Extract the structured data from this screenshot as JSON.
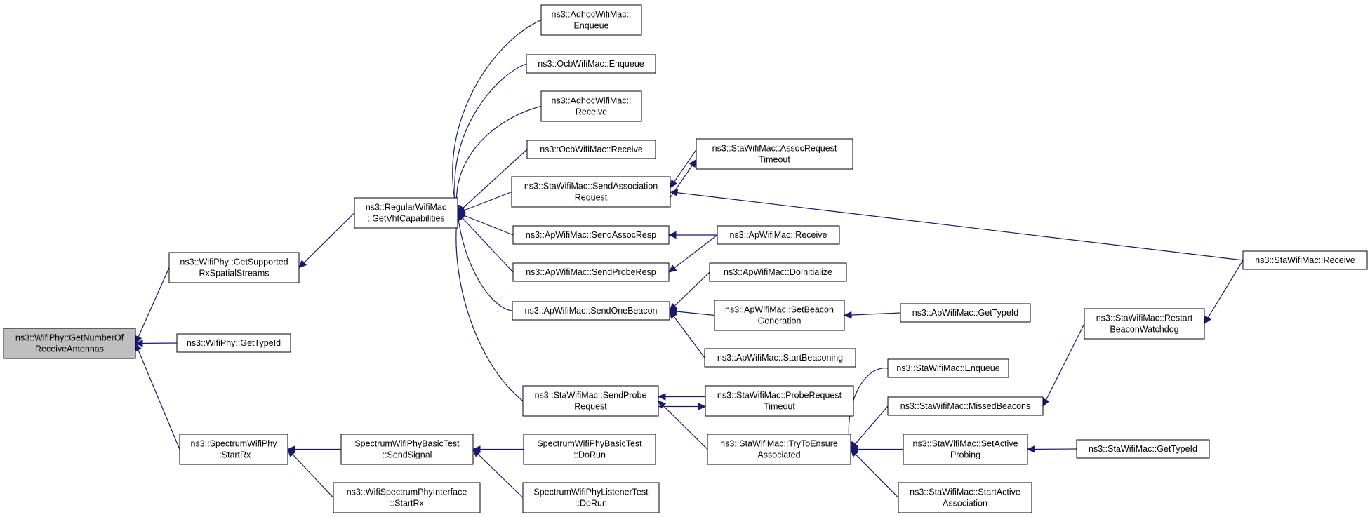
{
  "diagram": {
    "type": "call-graph",
    "colors": {
      "edge": "#191970",
      "node_fill": "#ffffff",
      "root_fill": "#bfbfbf",
      "border": "#000000"
    },
    "nodes": [
      {
        "id": "root",
        "lines": [
          "ns3::WifiPhy::GetNumberOf",
          "ReceiveAntennas"
        ],
        "highlight": true
      },
      {
        "id": "getSupported",
        "lines": [
          "ns3::WifiPhy::GetSupported",
          "RxSpatialStreams"
        ]
      },
      {
        "id": "wifiPhyGetTypeId",
        "lines": [
          "ns3::WifiPhy::GetTypeId"
        ]
      },
      {
        "id": "spectrumStartRx",
        "lines": [
          "ns3::SpectrumWifiPhy",
          "::StartRx"
        ]
      },
      {
        "id": "getVht",
        "lines": [
          "ns3::RegularWifiMac",
          "::GetVhtCapabilities"
        ]
      },
      {
        "id": "adhocEnqueue",
        "lines": [
          "ns3::AdhocWifiMac::",
          "Enqueue"
        ]
      },
      {
        "id": "ocbEnqueue",
        "lines": [
          "ns3::OcbWifiMac::Enqueue"
        ]
      },
      {
        "id": "adhocReceive",
        "lines": [
          "ns3::AdhocWifiMac::",
          "Receive"
        ]
      },
      {
        "id": "ocbReceive",
        "lines": [
          "ns3::OcbWifiMac::Receive"
        ]
      },
      {
        "id": "staSendAssoc",
        "lines": [
          "ns3::StaWifiMac::SendAssociation",
          "Request"
        ]
      },
      {
        "id": "apSendAssocResp",
        "lines": [
          "ns3::ApWifiMac::SendAssocResp"
        ]
      },
      {
        "id": "apSendProbeResp",
        "lines": [
          "ns3::ApWifiMac::SendProbeResp"
        ]
      },
      {
        "id": "apSendOneBeacon",
        "lines": [
          "ns3::ApWifiMac::SendOneBeacon"
        ]
      },
      {
        "id": "staSendProbe",
        "lines": [
          "ns3::StaWifiMac::SendProbe",
          "Request"
        ]
      },
      {
        "id": "staAssocTimeout",
        "lines": [
          "ns3::StaWifiMac::AssocRequest",
          "Timeout"
        ]
      },
      {
        "id": "apReceive",
        "lines": [
          "ns3::ApWifiMac::Receive"
        ]
      },
      {
        "id": "apDoInit",
        "lines": [
          "ns3::ApWifiMac::DoInitialize"
        ]
      },
      {
        "id": "apSetBeaconGen",
        "lines": [
          "ns3::ApWifiMac::SetBeacon",
          "Generation"
        ]
      },
      {
        "id": "apStartBeaconing",
        "lines": [
          "ns3::ApWifiMac::StartBeaconing"
        ]
      },
      {
        "id": "apGetTypeId",
        "lines": [
          "ns3::ApWifiMac::GetTypeId"
        ]
      },
      {
        "id": "staReceive",
        "lines": [
          "ns3::StaWifiMac::Receive"
        ]
      },
      {
        "id": "staProbeTimeout",
        "lines": [
          "ns3::StaWifiMac::ProbeRequest",
          "Timeout"
        ]
      },
      {
        "id": "staTryEnsure",
        "lines": [
          "ns3::StaWifiMac::TryToEnsure",
          "Associated"
        ]
      },
      {
        "id": "staEnqueue",
        "lines": [
          "ns3::StaWifiMac::Enqueue"
        ]
      },
      {
        "id": "staMissed",
        "lines": [
          "ns3::StaWifiMac::MissedBeacons"
        ]
      },
      {
        "id": "staSetActive",
        "lines": [
          "ns3::StaWifiMac::SetActive",
          "Probing"
        ]
      },
      {
        "id": "staStartActive",
        "lines": [
          "ns3::StaWifiMac::StartActive",
          "Association"
        ]
      },
      {
        "id": "staRestart",
        "lines": [
          "ns3::StaWifiMac::Restart",
          "BeaconWatchdog"
        ]
      },
      {
        "id": "staGetTypeId",
        "lines": [
          "ns3::StaWifiMac::GetTypeId"
        ]
      },
      {
        "id": "basicSendSignal",
        "lines": [
          "SpectrumWifiPhyBasicTest",
          "::SendSignal"
        ]
      },
      {
        "id": "ifaceStartRx",
        "lines": [
          "ns3::WifiSpectrumPhyInterface",
          "::StartRx"
        ]
      },
      {
        "id": "basicDoRun",
        "lines": [
          "SpectrumWifiPhyBasicTest",
          "::DoRun"
        ]
      },
      {
        "id": "listenerDoRun",
        "lines": [
          "SpectrumWifiPhyListenerTest",
          "::DoRun"
        ]
      }
    ],
    "edges": [
      [
        "getSupported",
        "root"
      ],
      [
        "wifiPhyGetTypeId",
        "root"
      ],
      [
        "spectrumStartRx",
        "root"
      ],
      [
        "getVht",
        "getSupported"
      ],
      [
        "adhocEnqueue",
        "getVht"
      ],
      [
        "ocbEnqueue",
        "getVht"
      ],
      [
        "adhocReceive",
        "getVht"
      ],
      [
        "ocbReceive",
        "getVht"
      ],
      [
        "staSendAssoc",
        "getVht"
      ],
      [
        "apSendAssocResp",
        "getVht"
      ],
      [
        "apSendProbeResp",
        "getVht"
      ],
      [
        "apSendOneBeacon",
        "getVht"
      ],
      [
        "staSendProbe",
        "getVht"
      ],
      [
        "staAssocTimeout",
        "staSendAssoc"
      ],
      [
        "staSendAssoc",
        "staAssocTimeout"
      ],
      [
        "staReceive",
        "staSendAssoc"
      ],
      [
        "apReceive",
        "apSendAssocResp"
      ],
      [
        "apReceive",
        "apSendProbeResp"
      ],
      [
        "apDoInit",
        "apSendOneBeacon"
      ],
      [
        "apSetBeaconGen",
        "apSendOneBeacon"
      ],
      [
        "apStartBeaconing",
        "apSendOneBeacon"
      ],
      [
        "apGetTypeId",
        "apSetBeaconGen"
      ],
      [
        "staProbeTimeout",
        "staSendProbe"
      ],
      [
        "staSendProbe",
        "staProbeTimeout"
      ],
      [
        "staTryEnsure",
        "staSendProbe"
      ],
      [
        "staEnqueue",
        "staTryEnsure"
      ],
      [
        "staMissed",
        "staTryEnsure"
      ],
      [
        "staSetActive",
        "staTryEnsure"
      ],
      [
        "staStartActive",
        "staTryEnsure"
      ],
      [
        "staRestart",
        "staMissed"
      ],
      [
        "staReceive",
        "staRestart"
      ],
      [
        "staGetTypeId",
        "staSetActive"
      ],
      [
        "basicSendSignal",
        "spectrumStartRx"
      ],
      [
        "ifaceStartRx",
        "spectrumStartRx"
      ],
      [
        "basicDoRun",
        "basicSendSignal"
      ],
      [
        "listenerDoRun",
        "basicSendSignal"
      ]
    ]
  }
}
